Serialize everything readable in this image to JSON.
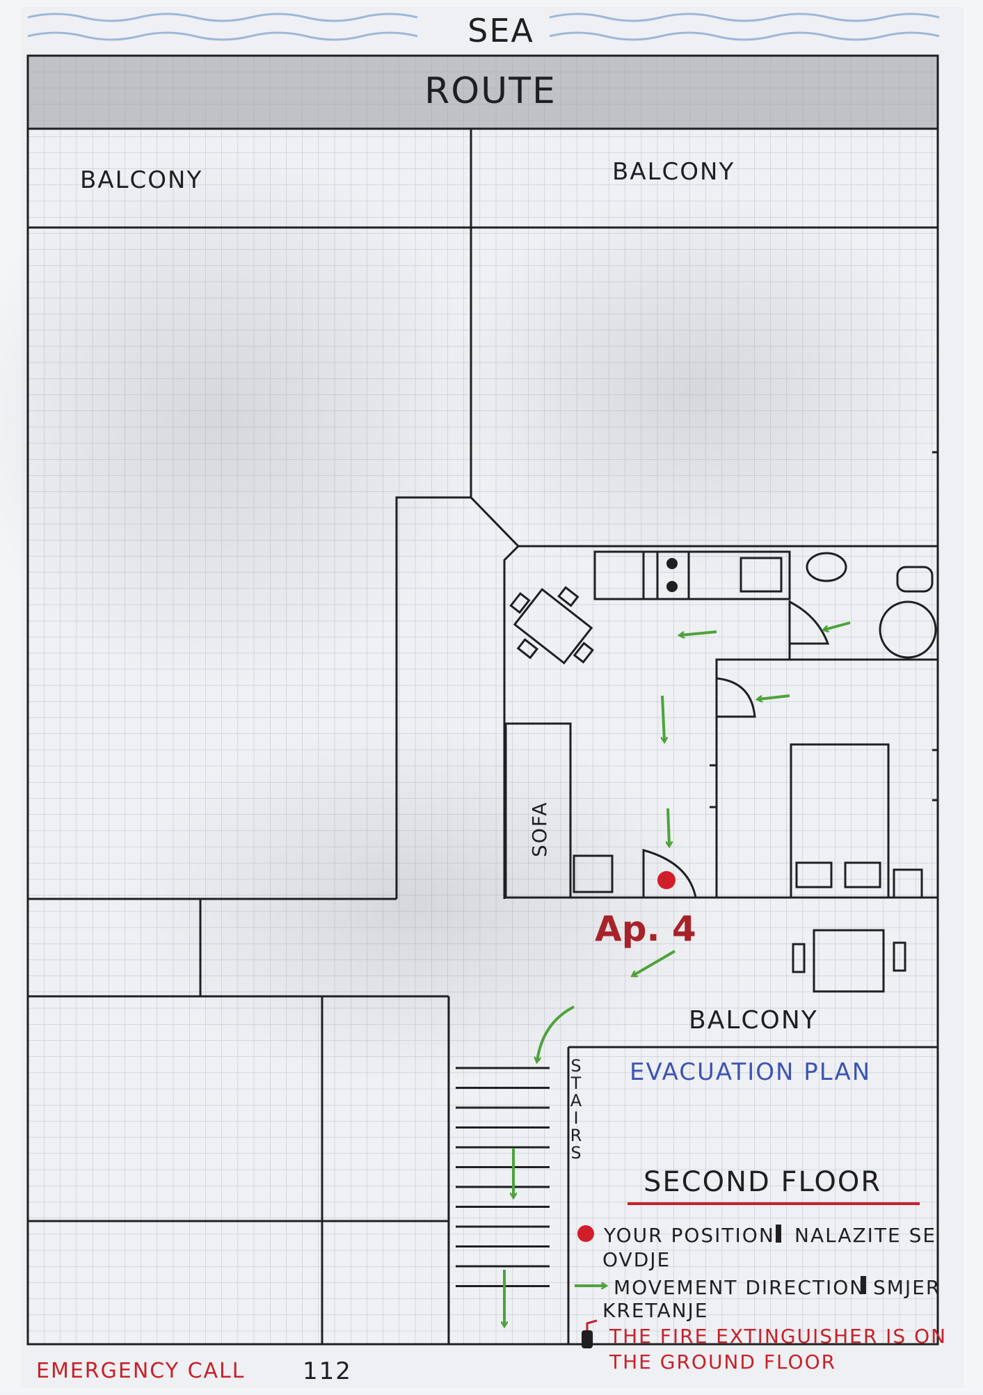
{
  "header": {
    "sea_label": "SEA",
    "route_label": "ROUTE"
  },
  "rooms": {
    "balcony_top_left": "BALCONY",
    "balcony_top_right": "BALCONY",
    "balcony_bottom": "BALCONY",
    "sofa_label": "SOFA",
    "stairs_label": [
      "S",
      "T",
      "A",
      "I",
      "R",
      "S"
    ],
    "apartment_label": "Ap. 4"
  },
  "plan": {
    "title": "EVACUATION PLAN",
    "floor": "SECOND FLOOR"
  },
  "legend": {
    "position_line1": "YOUR POSITION",
    "position_line1_local": "NALAZITE SE",
    "position_line2": "OVDJE",
    "movement_line1": "MOVEMENT DIRECTION",
    "movement_line1_local": "SMJER",
    "movement_line2": "KRETANJE",
    "extinguisher_line1": "THE FIRE EXTINGUISHER IS ON",
    "extinguisher_line2": "THE GROUND FLOOR"
  },
  "footer": {
    "emergency_label": "EMERGENCY CALL",
    "emergency_number": "112"
  },
  "colors": {
    "paper": "#eef0f3",
    "grid": "#b9bec7",
    "ink": "#1f1f22",
    "route_shade": "#9a9ca1",
    "arrow": "#4da33a",
    "marker": "#d01f2b",
    "plan_title": "#3d54b4",
    "warning_red": "#c8202a",
    "wave": "#9fb6d8"
  },
  "icons": {
    "position_marker": "red-dot-icon",
    "direction_arrow": "green-arrow-icon",
    "extinguisher": "fire-extinguisher-icon"
  }
}
